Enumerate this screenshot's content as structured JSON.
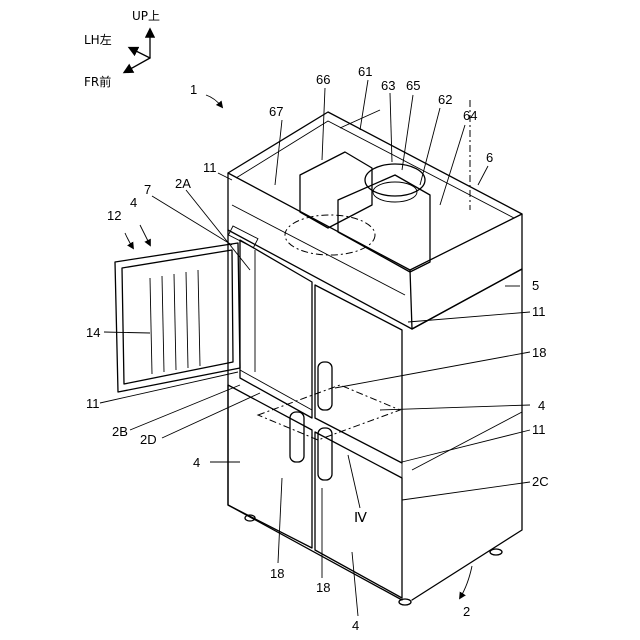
{
  "axes": {
    "up": "UP上",
    "left": "LH左",
    "front": "FR前"
  },
  "refs": {
    "r1": "1",
    "r2": "2",
    "r2A": "2A",
    "r2B": "2B",
    "r2C": "2C",
    "r2D": "2D",
    "r4a": "4",
    "r4b": "4",
    "r4c": "4",
    "r4d": "4",
    "r5": "5",
    "r6": "6",
    "r7": "7",
    "r11a": "11",
    "r11b": "11",
    "r11c": "11",
    "r11d": "11",
    "r12": "12",
    "r14": "14",
    "r18a": "18",
    "r18b": "18",
    "r18c": "18",
    "r61": "61",
    "r62": "62",
    "r63": "63",
    "r64": "64",
    "r65": "65",
    "r66": "66",
    "r67": "67",
    "rIV": "Ⅳ"
  }
}
